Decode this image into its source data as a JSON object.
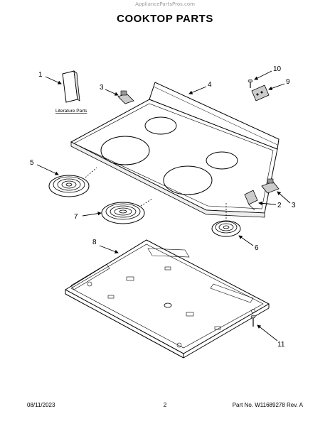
{
  "watermark": "AppliancePartsPros.com",
  "title": "COOKTOP PARTS",
  "literature_label": "Literature Parts",
  "callouts": {
    "c1": "1",
    "c2": "2",
    "c3a": "3",
    "c3b": "3",
    "c4": "4",
    "c5": "5",
    "c6": "6",
    "c7": "7",
    "c8": "8",
    "c9": "9",
    "c10": "10",
    "c11": "11"
  },
  "footer": {
    "date": "08/11/2023",
    "page": "2",
    "part": "Part No. W11689278  Rev. A"
  }
}
